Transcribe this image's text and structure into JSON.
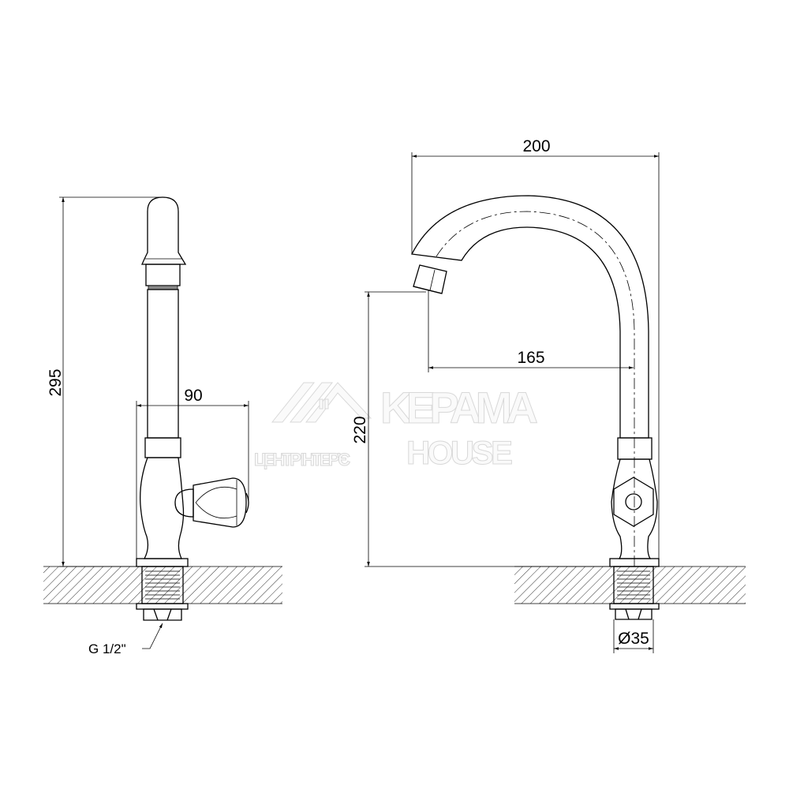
{
  "drawing": {
    "title": "Faucet technical drawing",
    "dimensions": {
      "height_total": "295",
      "handle_reach": "90",
      "spout_width": "200",
      "spout_reach": "165",
      "spout_height": "220",
      "base_diameter": "Ø35",
      "thread": "G 1/2\""
    },
    "watermark": {
      "brand_line1": "KEPAMA",
      "brand_line2": "HOUSE",
      "tagline": "ЦЕНТР ІНТЕР'Є"
    },
    "colors": {
      "line": "#000000",
      "background": "#ffffff"
    }
  }
}
